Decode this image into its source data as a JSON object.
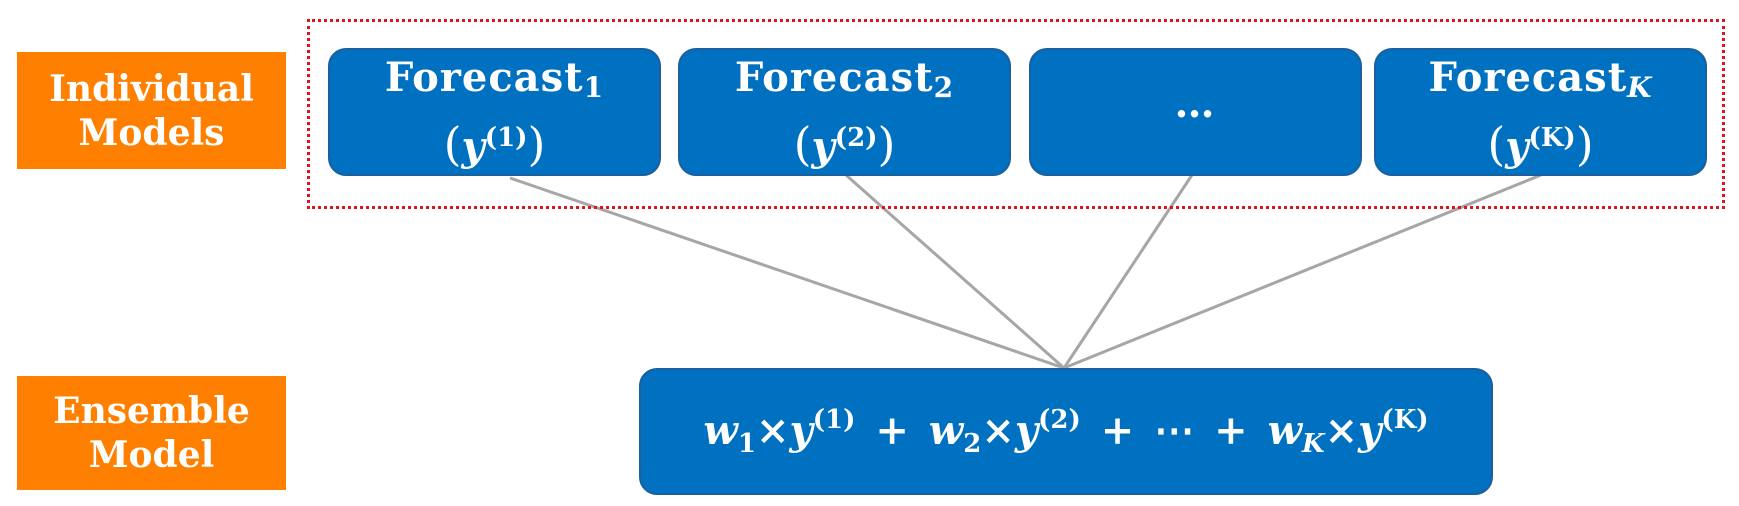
{
  "labels": {
    "individual": [
      "Individual",
      "Models"
    ],
    "ensemble": [
      "Ensemble",
      "Model"
    ]
  },
  "forecasts": [
    {
      "title": "Forecast",
      "index": "1",
      "var": "y",
      "sup": "(1)"
    },
    {
      "title": "Forecast",
      "index": "2",
      "var": "y",
      "sup": "(2)"
    },
    {
      "ellipsis": "…"
    },
    {
      "title": "Forecast",
      "index": "K",
      "var": "y",
      "sup": "(K)"
    }
  ],
  "ensemble_formula": {
    "terms": [
      {
        "w": "w",
        "w_sub": "1",
        "times": "×",
        "y": "y",
        "y_sup": "(1)"
      },
      {
        "w": "w",
        "w_sub": "2",
        "times": "×",
        "y": "y",
        "y_sup": "(2)"
      },
      {
        "ellipsis": "⋯"
      },
      {
        "w": "w",
        "w_sub": "K",
        "times": "×",
        "y": "y",
        "y_sup": "(K)"
      }
    ],
    "plus": "+"
  },
  "colors": {
    "label_bg": "#ff7f00",
    "box_bg": "#0070c0",
    "group_border": "#e0141e",
    "connector": "#a6a6a6"
  }
}
